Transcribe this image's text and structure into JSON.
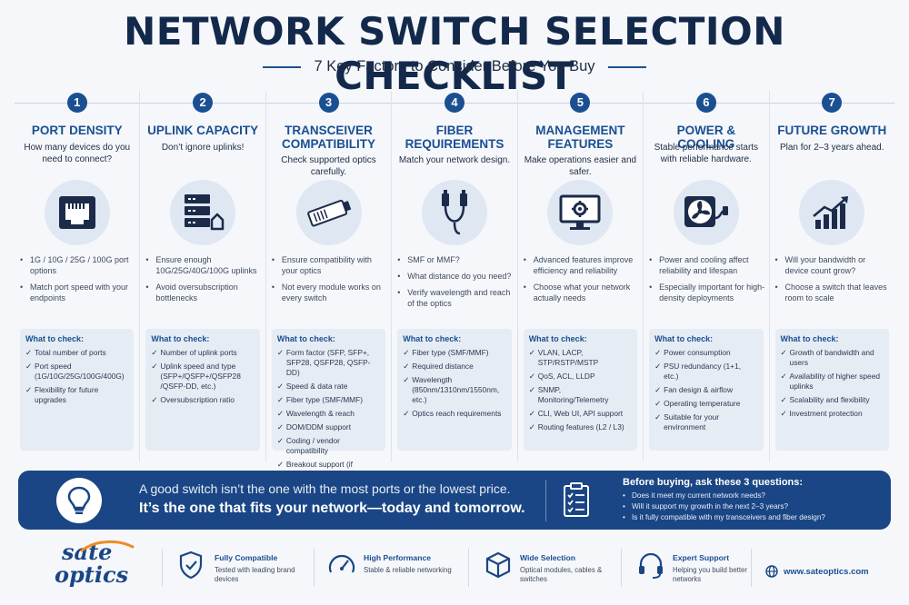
{
  "header": {
    "title": "NETWORK SWITCH SELECTION CHECKLIST",
    "subtitle": "7 Key Factors to Consider Before You Buy"
  },
  "columns": [
    {
      "number": "1",
      "title": "PORT DENSITY",
      "subtitle": "How many devices do you need to connect?",
      "icon": "ethernet-port-icon",
      "bullets": [
        "1G / 10G / 25G / 100G port options",
        "Match port speed with your endpoints"
      ],
      "check_title": "What to check:",
      "checks": [
        "Total number of ports",
        "Port speed (1G/10G/25G/100G/400G)",
        "Flexibility for future upgrades"
      ]
    },
    {
      "number": "2",
      "title": "UPLINK CAPACITY",
      "subtitle": "Don’t ignore uplinks!",
      "icon": "server-uplink-icon",
      "bullets": [
        "Ensure enough 10G/25G/40G/100G uplinks",
        "Avoid oversubscription bottlenecks"
      ],
      "check_title": "What to check:",
      "checks": [
        "Number of uplink ports",
        "Uplink speed and type (SFP+/QSFP+/QSFP28 /QSFP-DD, etc.)",
        "Oversubscription ratio"
      ]
    },
    {
      "number": "3",
      "title": "TRANSCEIVER COMPATIBILITY",
      "subtitle": "Check supported optics carefully.",
      "icon": "transceiver-icon",
      "bullets": [
        "Ensure compatibility with your optics",
        "Not every module works on every switch"
      ],
      "check_title": "What to check:",
      "checks": [
        "Form factor (SFP, SFP+, SFP28, QSFP28, QSFP-DD)",
        "Speed & data rate",
        "Fiber type (SMF/MMF)",
        "Wavelength & reach",
        "DOM/DDM support",
        "Coding / vendor compatibility",
        "Breakout support (if needed)"
      ]
    },
    {
      "number": "4",
      "title": "FIBER REQUIREMENTS",
      "subtitle": "Match your network design.",
      "icon": "fiber-cable-icon",
      "bullets": [
        "SMF or MMF?",
        "What distance do you need?",
        "Verify wavelength and reach of the optics"
      ],
      "check_title": "What to check:",
      "checks": [
        "Fiber type (SMF/MMF)",
        "Required distance",
        "Wavelength (850nm/1310nm/1550nm, etc.)",
        "Optics reach requirements"
      ]
    },
    {
      "number": "5",
      "title": "MANAGEMENT FEATURES",
      "subtitle": "Make operations easier and safer.",
      "icon": "monitor-gear-icon",
      "bullets": [
        "Advanced features improve efficiency and reliability",
        "Choose what your network actually needs"
      ],
      "check_title": "What to check:",
      "checks": [
        "VLAN, LACP, STP/RSTP/MSTP",
        "QoS, ACL, LLDP",
        "SNMP, Monitoring/Telemetry",
        "CLI, Web UI, API support",
        "Routing features (L2 / L3)"
      ]
    },
    {
      "number": "6",
      "title": "POWER & COOLING",
      "subtitle": "Stable performance starts with reliable hardware.",
      "icon": "fan-plug-icon",
      "bullets": [
        "Power and cooling affect reliability and lifespan",
        "Especially important for high-density deployments"
      ],
      "check_title": "What to check:",
      "checks": [
        "Power consumption",
        "PSU redundancy (1+1, etc.)",
        "Fan design & airflow",
        "Operating temperature",
        "Suitable for your environment"
      ]
    },
    {
      "number": "7",
      "title": "FUTURE GROWTH",
      "subtitle": "Plan for 2–3 years ahead.",
      "icon": "growth-chart-icon",
      "bullets": [
        "Will your bandwidth or device count grow?",
        "Choose a switch that leaves room to scale"
      ],
      "check_title": "What to check:",
      "checks": [
        "Growth of bandwidth and users",
        "Availability of higher speed uplinks",
        "Scalability and flexibility",
        "Investment protection"
      ]
    }
  ],
  "banner": {
    "line1": "A good switch isn’t the one with the most ports or the lowest price.",
    "line2": "It’s the one that fits your network—today and tomorrow.",
    "questions_title": "Before buying, ask these 3 questions:",
    "questions": [
      "Does it meet my current network needs?",
      "Will it support my growth in the next 2–3 years?",
      "Is it fully compatible with my transceivers and fiber design?"
    ]
  },
  "footer": {
    "logo_top": "sate",
    "logo_bottom": "optics",
    "features": [
      {
        "icon": "shield-check-icon",
        "title": "Fully Compatible",
        "desc": "Tested with leading brand devices"
      },
      {
        "icon": "speedometer-icon",
        "title": "High Performance",
        "desc": "Stable & reliable networking"
      },
      {
        "icon": "boxes-icon",
        "title": "Wide Selection",
        "desc": "Optical modules, cables & switches"
      },
      {
        "icon": "headset-icon",
        "title": "Expert Support",
        "desc": "Helping you build better networks"
      }
    ],
    "website": "www.sateoptics.com"
  },
  "colors": {
    "primary": "#1a4f92",
    "title": "#13294b",
    "banner": "#1a4685",
    "panel": "#e6ecf4"
  }
}
